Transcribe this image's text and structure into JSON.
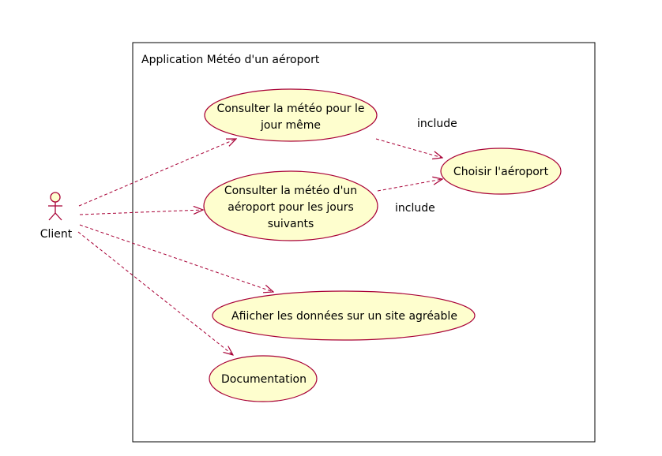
{
  "colors": {
    "usecase_fill": "#FEFECE",
    "usecase_stroke": "#A80036",
    "arrow": "#A80036",
    "boundary": "#000000"
  },
  "system": {
    "title": "Application Météo d'un aéroport"
  },
  "actor": {
    "name": "Client",
    "icon": "stick-figure-actor-icon"
  },
  "use_cases": [
    {
      "id": "uc1",
      "lines": [
        "Consulter la météo pour le",
        "jour même"
      ]
    },
    {
      "id": "uc2",
      "lines": [
        "Consulter la météo d'un",
        "aéroport pour les jours",
        "suivants"
      ]
    },
    {
      "id": "uc3",
      "lines": [
        "Choisir l'aéroport"
      ]
    },
    {
      "id": "uc4",
      "lines": [
        "Afiicher les données sur un site agréable"
      ]
    },
    {
      "id": "uc5",
      "lines": [
        "Documentation"
      ]
    }
  ],
  "relations": [
    {
      "from": "actor",
      "to": "uc1"
    },
    {
      "from": "actor",
      "to": "uc2"
    },
    {
      "from": "actor",
      "to": "uc4"
    },
    {
      "from": "actor",
      "to": "uc5"
    },
    {
      "from": "uc1",
      "to": "uc3",
      "label": "include"
    },
    {
      "from": "uc2",
      "to": "uc3",
      "label": "include"
    }
  ]
}
